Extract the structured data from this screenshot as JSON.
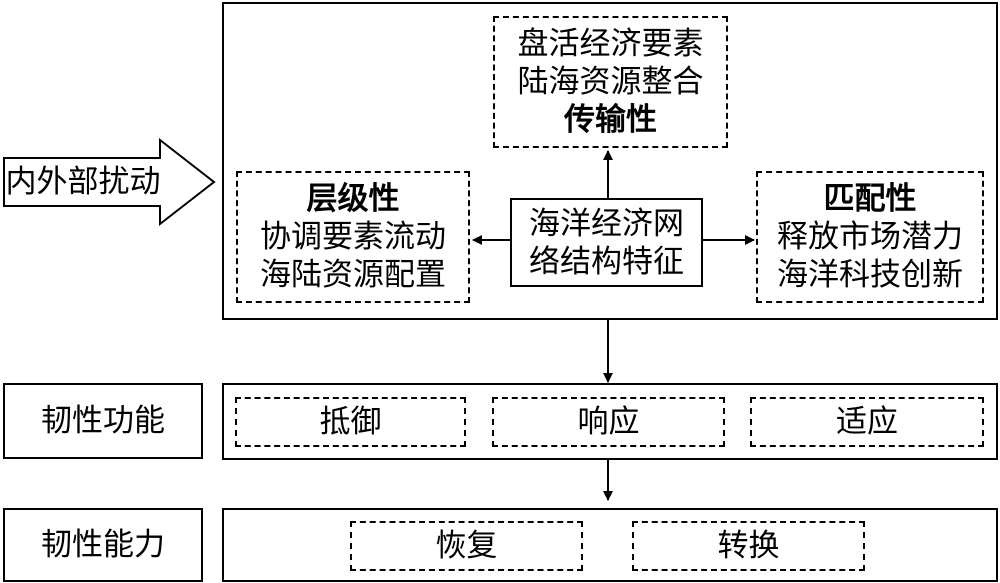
{
  "input": {
    "label": "内外部扰动"
  },
  "top_panel": {
    "center": {
      "lines": [
        "海洋经济网",
        "络结构特征"
      ]
    },
    "transmission": {
      "lines": [
        "盘活经济要素",
        "陆海资源整合"
      ],
      "title": "传输性"
    },
    "hierarchy": {
      "title": "层级性",
      "lines": [
        "协调要素流动",
        "海陆资源配置"
      ]
    },
    "matching": {
      "title": "匹配性",
      "lines": [
        "释放市场潜力",
        "海洋科技创新"
      ]
    }
  },
  "function_row": {
    "label": "韧性功能",
    "items": [
      "抵御",
      "响应",
      "适应"
    ]
  },
  "capacity_row": {
    "label": "韧性能力",
    "items": [
      "恢复",
      "转换"
    ]
  }
}
